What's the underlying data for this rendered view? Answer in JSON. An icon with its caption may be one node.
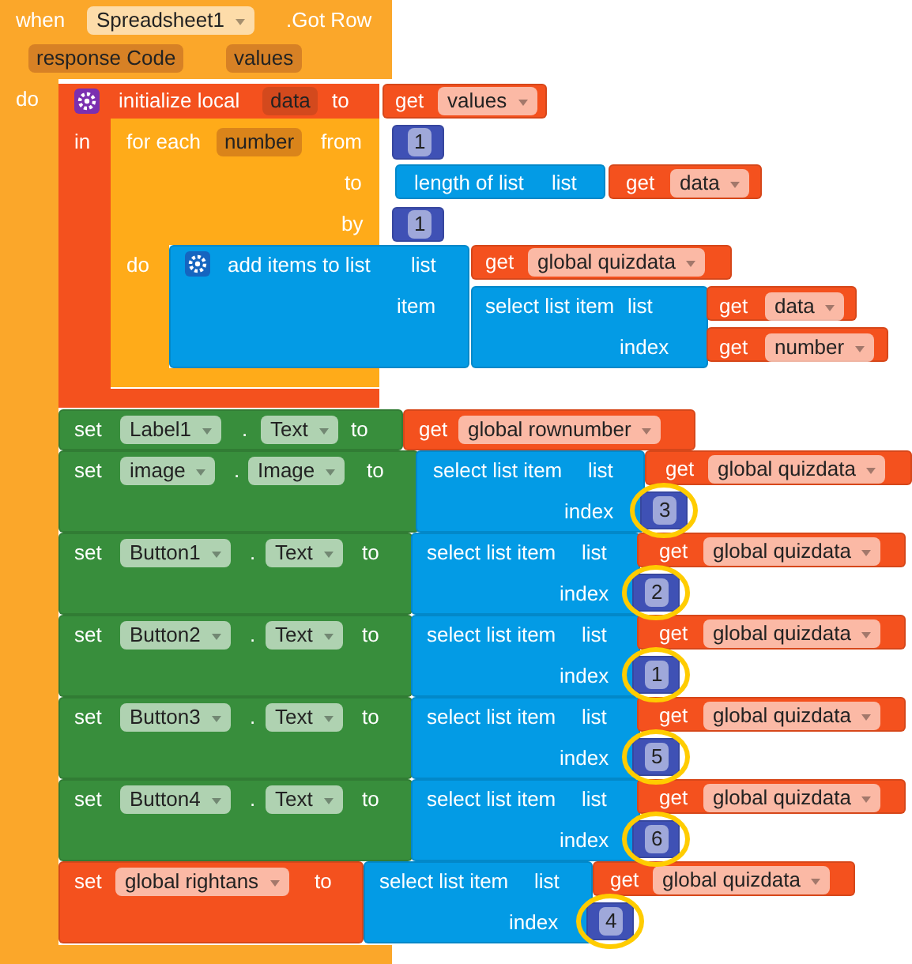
{
  "diagram": {
    "nodes": [
      {
        "text": [
          "when",
          "Spreadsheet1",
          ".Got Row",
          "response Code",
          "values",
          "do"
        ]
      },
      {
        "text": [
          "initialize local",
          "data",
          "to",
          "in"
        ],
        "in": 0
      },
      {
        "text": [
          "get",
          "values"
        ]
      },
      {
        "text": [
          "for each",
          "number",
          "from",
          "to",
          "by",
          "do"
        ],
        "in": 1
      },
      {
        "text": [
          "1"
        ]
      },
      {
        "text": [
          "length of list",
          "list"
        ]
      },
      {
        "text": [
          "get",
          "data"
        ]
      },
      {
        "text": [
          "1"
        ]
      },
      {
        "text": [
          "add items to list",
          "list",
          "item"
        ]
      },
      {
        "text": [
          "get",
          "global quizdata"
        ]
      },
      {
        "text": [
          "select list item",
          "list",
          "index"
        ]
      },
      {
        "text": [
          "get",
          "data"
        ]
      },
      {
        "text": [
          "get",
          "number"
        ]
      },
      {
        "text": [
          "set",
          "Label1",
          ".",
          "Text",
          "to"
        ]
      },
      {
        "text": [
          "get",
          "global rownumber"
        ]
      },
      {
        "text": [
          "set",
          "image",
          ".",
          "Image",
          "to"
        ]
      },
      {
        "text": [
          "select list item",
          "list",
          "index"
        ]
      },
      {
        "text": [
          "get",
          "global quizdata"
        ]
      },
      {
        "text": [
          "3"
        ]
      },
      {
        "text": [
          "set",
          "Button1",
          ".",
          "Text",
          "to"
        ]
      },
      {
        "text": [
          "select list item",
          "list",
          "index"
        ]
      },
      {
        "text": [
          "get",
          "global quizdata"
        ]
      },
      {
        "text": [
          "2"
        ]
      },
      {
        "text": [
          "set",
          "Button2",
          ".",
          "Text",
          "to"
        ]
      },
      {
        "text": [
          "select list item",
          "list",
          "index"
        ]
      },
      {
        "text": [
          "get",
          "global quizdata"
        ]
      },
      {
        "text": [
          "1"
        ]
      },
      {
        "text": [
          "set",
          "Button3",
          ".",
          "Text",
          "to"
        ]
      },
      {
        "text": [
          "select list item",
          "list",
          "index"
        ]
      },
      {
        "text": [
          "get",
          "global quizdata"
        ]
      },
      {
        "text": [
          "5"
        ]
      },
      {
        "text": [
          "set",
          "Button4",
          ".",
          "Text",
          "to"
        ]
      },
      {
        "text": [
          "select list item",
          "list",
          "index"
        ]
      },
      {
        "text": [
          "get",
          "global quizdata"
        ]
      },
      {
        "text": [
          "6"
        ]
      },
      {
        "text": [
          "set",
          "global rightans",
          "to"
        ]
      },
      {
        "text": [
          "select list item",
          "list",
          "index"
        ]
      },
      {
        "text": [
          "get",
          "global quizdata"
        ]
      },
      {
        "text": [
          "4"
        ]
      }
    ]
  }
}
